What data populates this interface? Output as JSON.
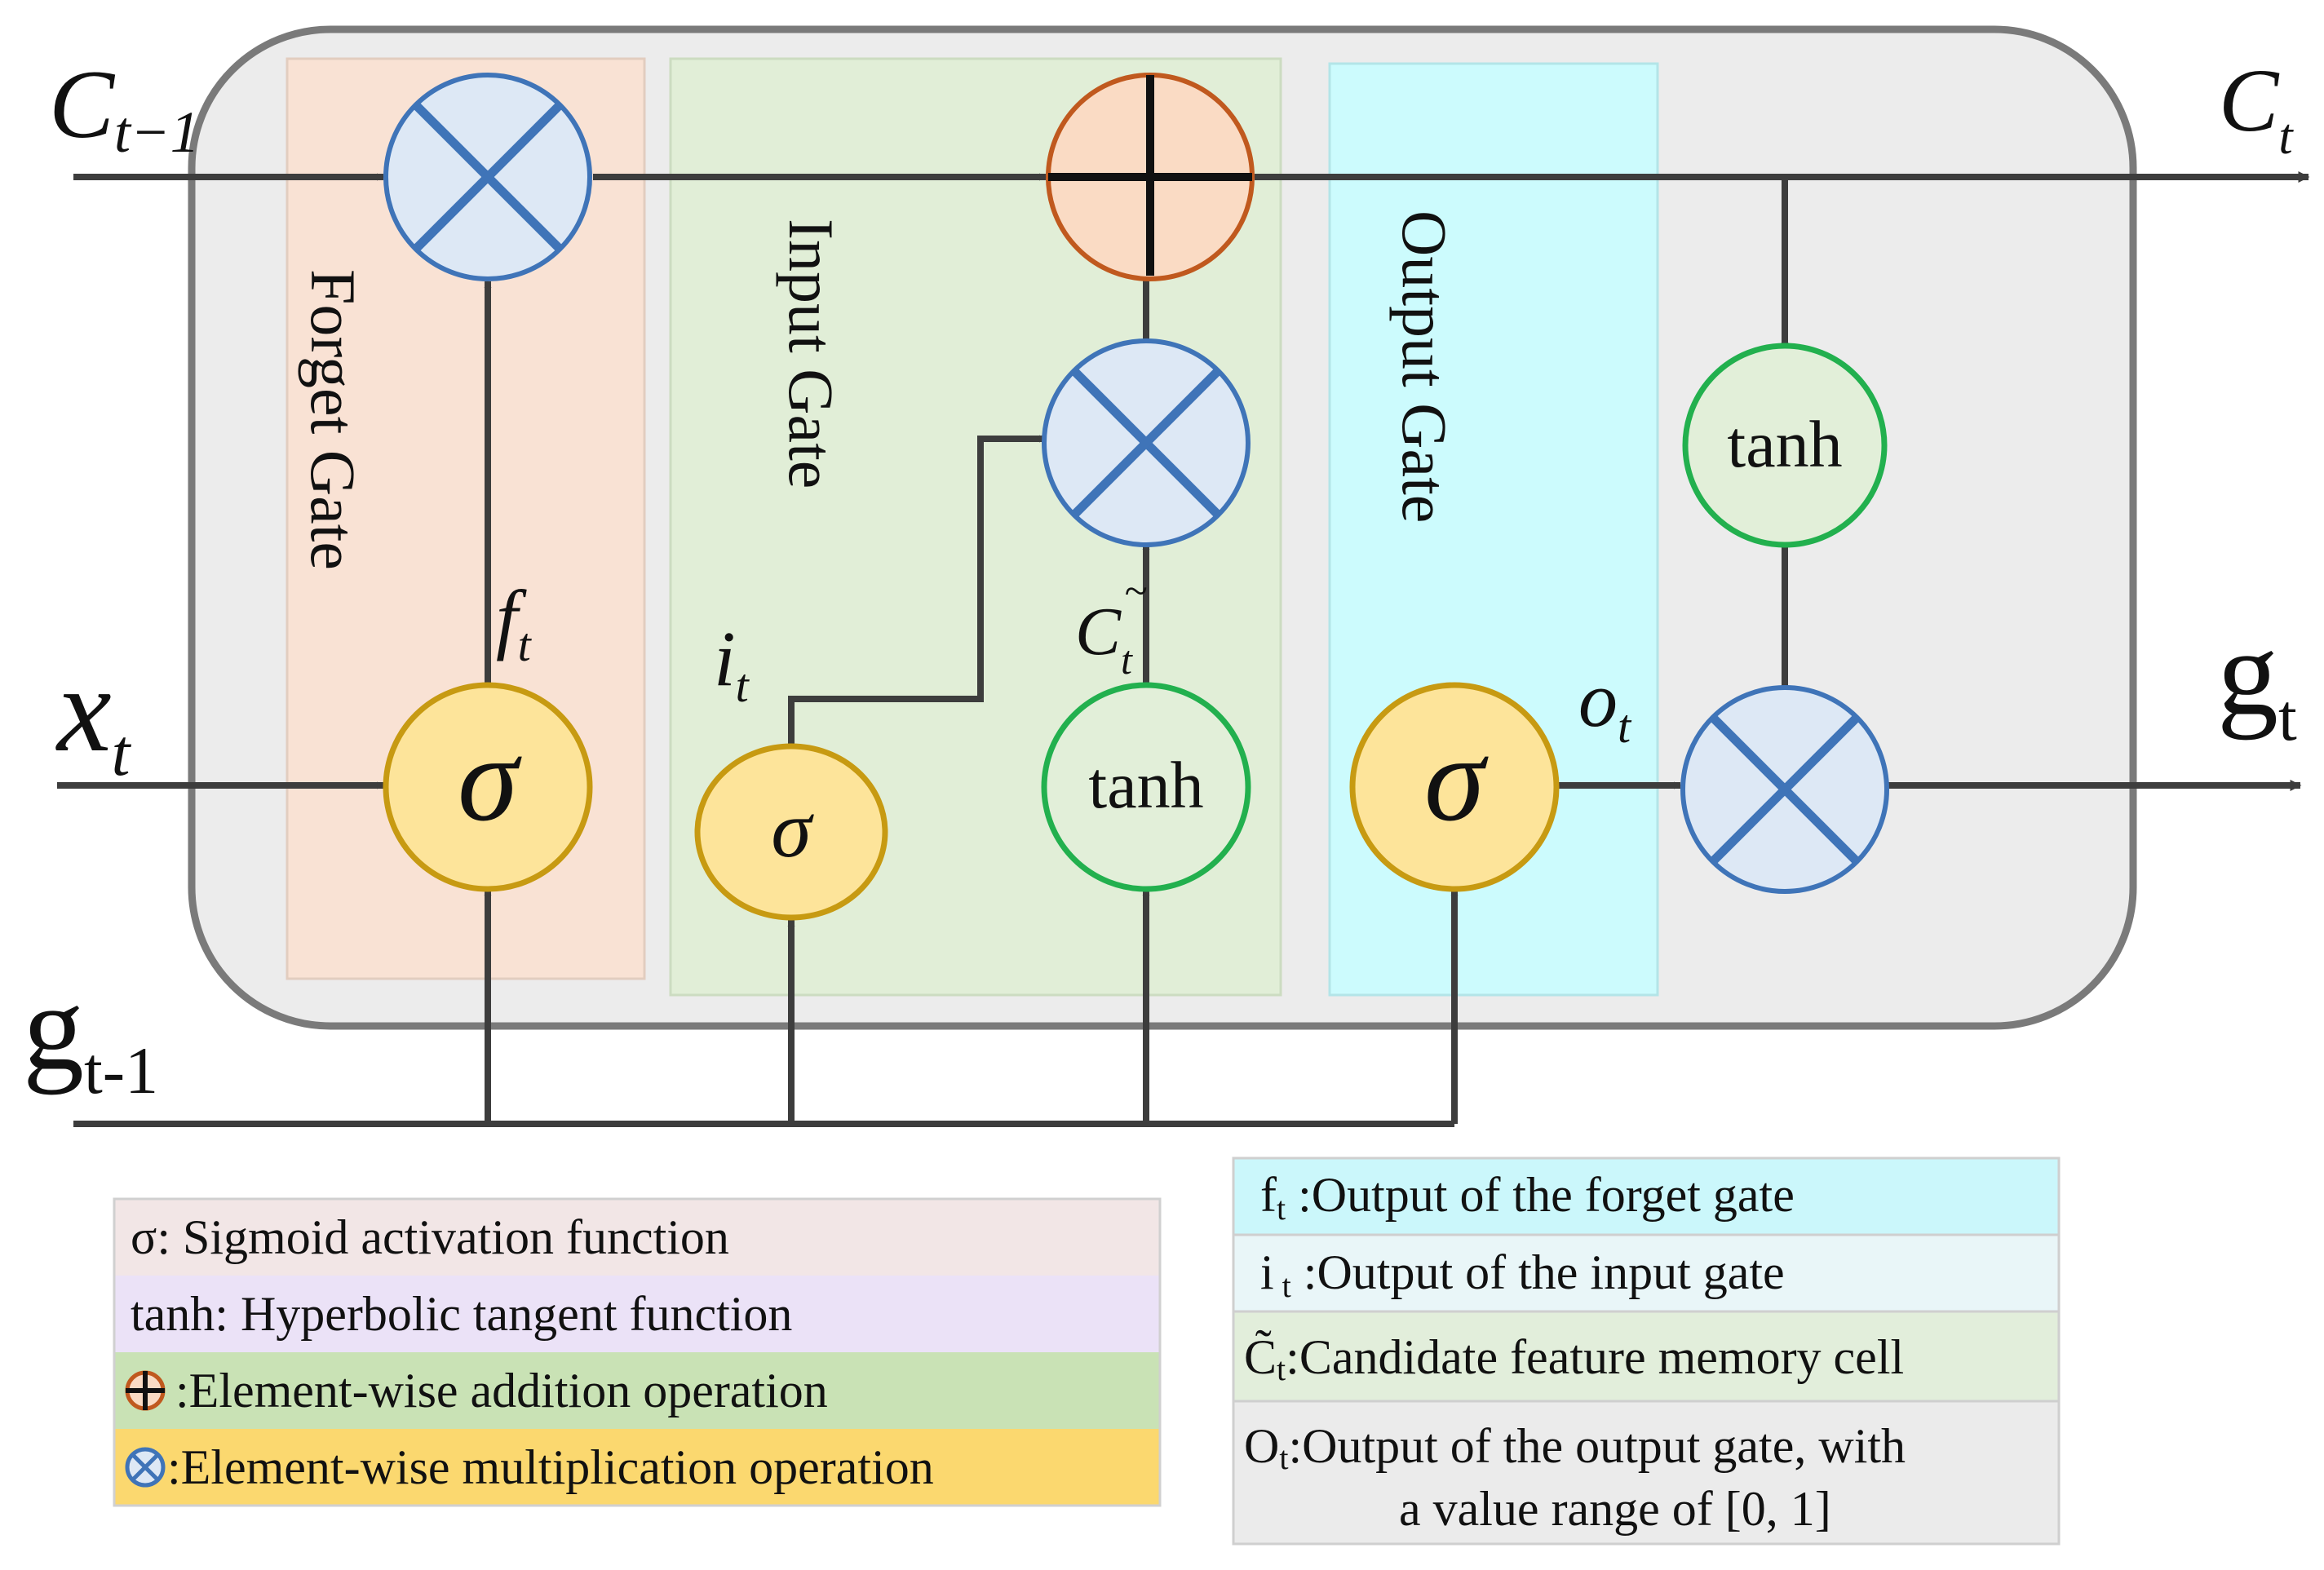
{
  "inputs": {
    "c_prev": {
      "base": "C",
      "sub": "t−1"
    },
    "x_t": {
      "base": "x",
      "sub": "t"
    },
    "g_prev": {
      "base": "g",
      "sub": "t-1"
    }
  },
  "outputs": {
    "c_t": {
      "base": "C",
      "sub": "t"
    },
    "g_t": {
      "base": "g",
      "sub": "t"
    }
  },
  "gates": {
    "forget": "Forget  Gate",
    "input": "Input Gate",
    "output": "Output  Gate"
  },
  "nodes": {
    "sigma": "σ",
    "tanh": "tanh"
  },
  "signals": {
    "f_t": {
      "base": "f",
      "sub": "t"
    },
    "i_t": {
      "base": "i",
      "sub": "t"
    },
    "c_tilde": {
      "base": "C",
      "sub": "t",
      "accent": "~"
    },
    "o_t": {
      "base": "o",
      "sub": "t"
    }
  },
  "legend_left": [
    {
      "symbol": "",
      "text": "σ: Sigmoid  activation function",
      "bg": "#f2e6e6"
    },
    {
      "symbol": "",
      "text": "tanh:   Hyperbolic tangent function",
      "bg": "#ebe2f7"
    },
    {
      "symbol": "add-icon",
      "text": " :Element-wise addition operation",
      "bg": "#c9e2b5"
    },
    {
      "symbol": "multiply-icon",
      "text": ":Element-wise multiplication operation",
      "bg": "#fbd86f"
    }
  ],
  "legend_right": [
    {
      "sym": "f",
      "sub": "t",
      "text": " :Output of the forget gate",
      "bg": "#cbf7fb"
    },
    {
      "sym": "i",
      "sub": " t",
      "text": " :Output of the input gate",
      "bg": "#e9f6f8"
    },
    {
      "sym": "C̃",
      "sub": "t",
      "text": ":Candidate feature memory cell",
      "bg": "#e2eedb"
    },
    {
      "sym": "O",
      "sub": "t",
      "text": ":Output of the output gate, with",
      "text2": "a value range of [0, 1]",
      "bg": "#ebebeb"
    }
  ],
  "colors": {
    "cell_bg": "#ececec",
    "cell_border": "#7a7a7a",
    "forget_panel": "#f9e2d4",
    "input_panel": "#e1eed7",
    "output_panel": "#ccfbfd",
    "multiply_fill": "#dde8f5",
    "multiply_stroke": "#3f74b8",
    "add_fill": "#fadbc4",
    "add_stroke": "#c0591e",
    "sigma_fill": "#fde49a",
    "sigma_stroke": "#c79a12",
    "tanh_fill": "#e2efd9",
    "tanh_stroke": "#22b04e",
    "line": "#3d3d3d"
  }
}
